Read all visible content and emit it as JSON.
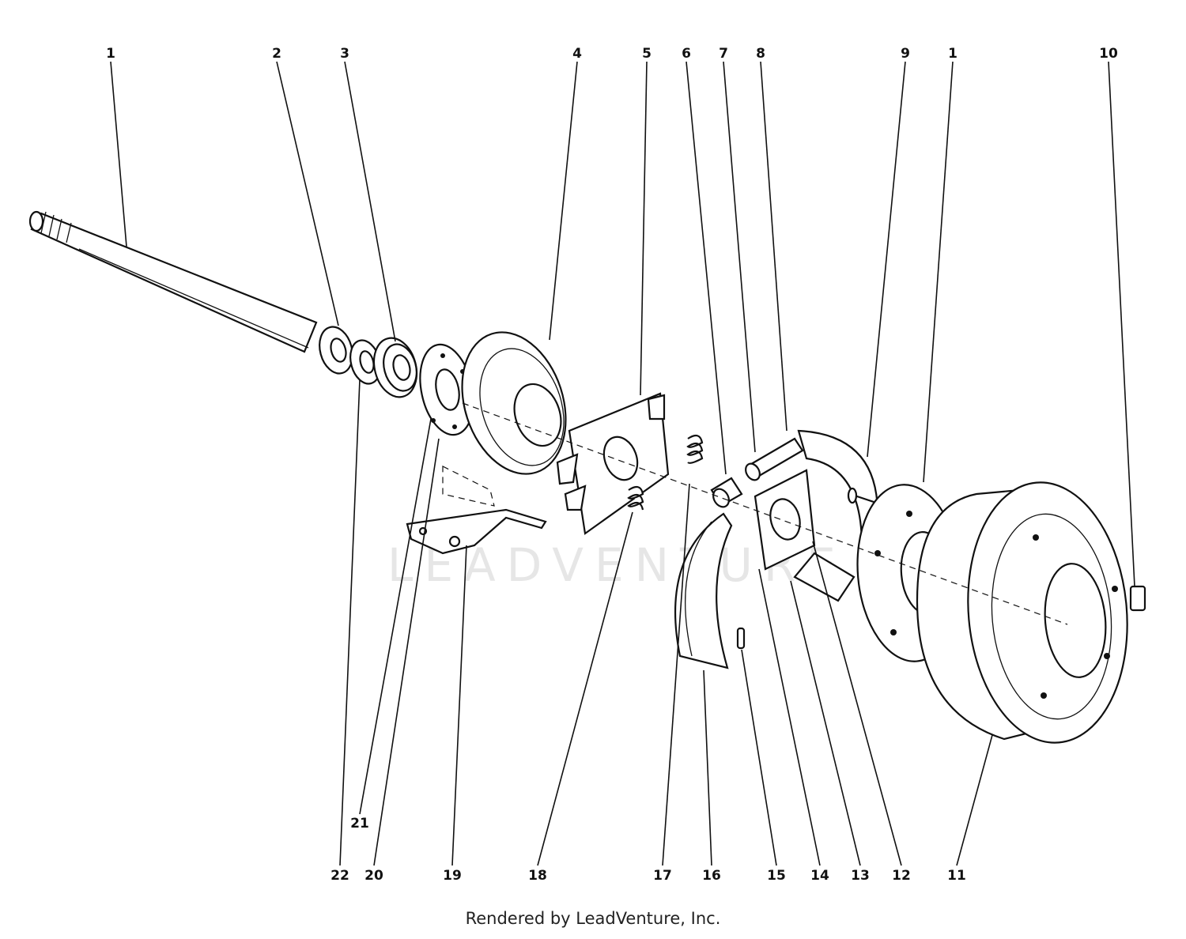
{
  "watermark": "LEADVENTURE",
  "credit": "Rendered by LeadVenture, Inc.",
  "callouts_top": [
    "1",
    "2",
    "3",
    "4",
    "5",
    "6",
    "7",
    "8",
    "9",
    "1",
    "10"
  ],
  "callouts_bottom": [
    "21",
    "22",
    "20",
    "19",
    "18",
    "17",
    "16",
    "15",
    "14",
    "13",
    "12",
    "11"
  ]
}
